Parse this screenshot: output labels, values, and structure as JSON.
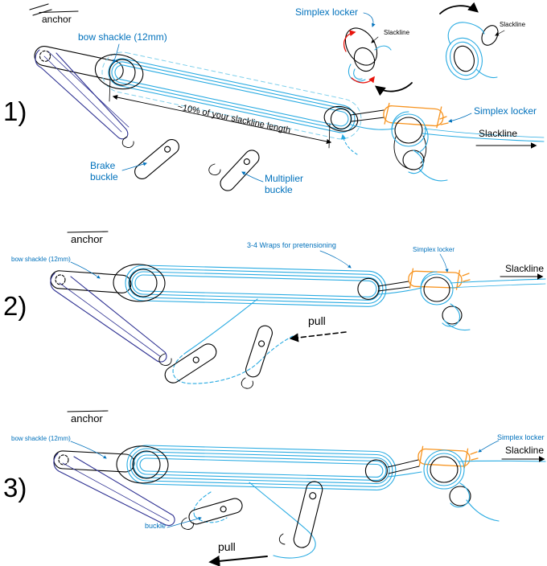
{
  "colors": {
    "rope_cyan": "#29abe2",
    "sling_navy": "#2e3192",
    "label_blue": "#0071bc",
    "highlight_orange": "#f7931e",
    "arrow_red": "#e8140c",
    "ink_black": "#000000",
    "background": "#ffffff"
  },
  "steps": [
    {
      "number": "1)",
      "labels": {
        "anchor": "anchor",
        "bow_shackle": "bow shackle (12mm)",
        "simplex_locker_top": "Simplex locker",
        "inset_slackline_a": "Slackline",
        "inset_slackline_b": "Slackline",
        "length_note": "~10% of your slackline length",
        "simplex_locker_right": "Simplex locker",
        "slackline": "Slackline",
        "brake_buckle": "Brake buckle",
        "multiplier_buckle": "Multiplier buckle"
      }
    },
    {
      "number": "2)",
      "labels": {
        "anchor": "anchor",
        "bow_shackle": "bow shackle (12mm)",
        "wraps_note": "3-4 Wraps for pretensioning",
        "simplex_locker": "Simplex locker",
        "slackline": "Slackline",
        "pull": "pull"
      }
    },
    {
      "number": "3)",
      "labels": {
        "anchor": "anchor",
        "bow_shackle": "bow shackle (12mm)",
        "simplex_locker": "Simplex locker",
        "slackline": "Slackline",
        "buckle": "buckle",
        "pull": "pull"
      }
    }
  ]
}
